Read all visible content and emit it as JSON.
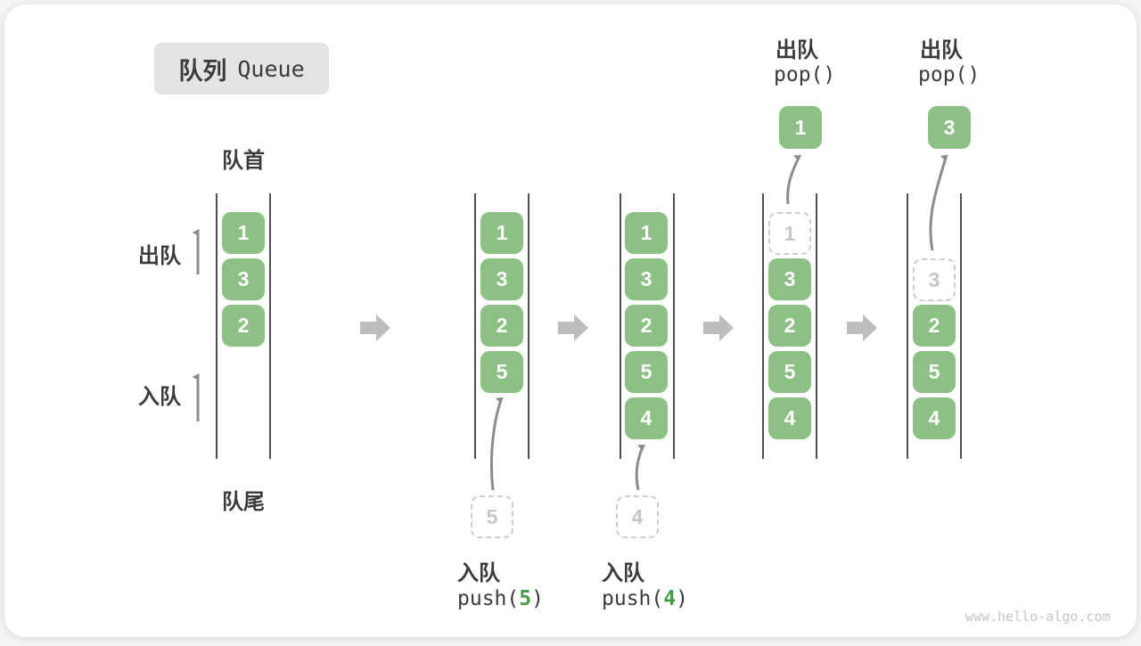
{
  "title": {
    "zh": "队列",
    "en": "Queue"
  },
  "side_labels": {
    "front": "队首",
    "rear": "队尾",
    "dequeue": "出队",
    "enqueue": "入队"
  },
  "colors": {
    "cell_green": "#8cc084",
    "accent_green": "#469b44",
    "ink": "#3b3b3b",
    "block_arrow_gray": "#bdbdbd",
    "thin_arrow_gray": "#8c8c8c"
  },
  "states": [
    {
      "cells": [
        "1",
        "3",
        "2"
      ]
    },
    {
      "cells": [
        "1",
        "3",
        "2",
        "5"
      ],
      "incoming": "5",
      "op": {
        "zh": "入队",
        "code_pre": "push(",
        "arg": "5",
        "code_post": ")"
      }
    },
    {
      "cells": [
        "1",
        "3",
        "2",
        "5",
        "4"
      ],
      "incoming": "4",
      "op": {
        "zh": "入队",
        "code_pre": "push(",
        "arg": "4",
        "code_post": ")"
      }
    },
    {
      "cells": [
        "3",
        "2",
        "5",
        "4"
      ],
      "removed": "1",
      "popped": "1",
      "op": {
        "zh": "出队",
        "code": "pop()"
      }
    },
    {
      "cells": [
        "2",
        "5",
        "4"
      ],
      "removed": "3",
      "popped": "3",
      "op": {
        "zh": "出队",
        "code": "pop()"
      }
    }
  ],
  "watermark": "www.hello-algo.com"
}
